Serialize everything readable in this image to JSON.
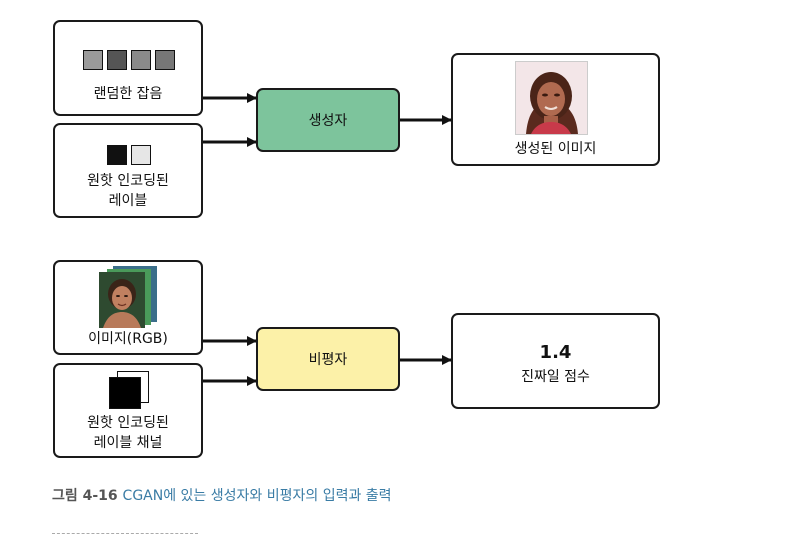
{
  "top": {
    "noise_label": "랜덤한 잡음",
    "onehot_label_line1": "원핫 인코딩된",
    "onehot_label_line2": "레이블",
    "generator_label": "생성자",
    "output_label": "생성된 이미지",
    "noise_colors": [
      "#9a9a9a",
      "#555555",
      "#8a8a8a",
      "#777777"
    ],
    "onehot_colors": [
      "#111111",
      "#e6e6e6"
    ]
  },
  "bottom": {
    "image_label": "이미지(RGB)",
    "channel_label_line1": "원핫 인코딩된",
    "channel_label_line2": "레이블 채널",
    "discriminator_label": "비평자",
    "score_value": "1.4",
    "score_label": "진짜일 점수"
  },
  "caption": {
    "prefix": "그림 4-16",
    "title": "CGAN에 있는 생성자와 비평자의 입력과 출력"
  },
  "colors": {
    "generator_fill": "#7dc49c",
    "discriminator_fill": "#fcf1a8"
  }
}
